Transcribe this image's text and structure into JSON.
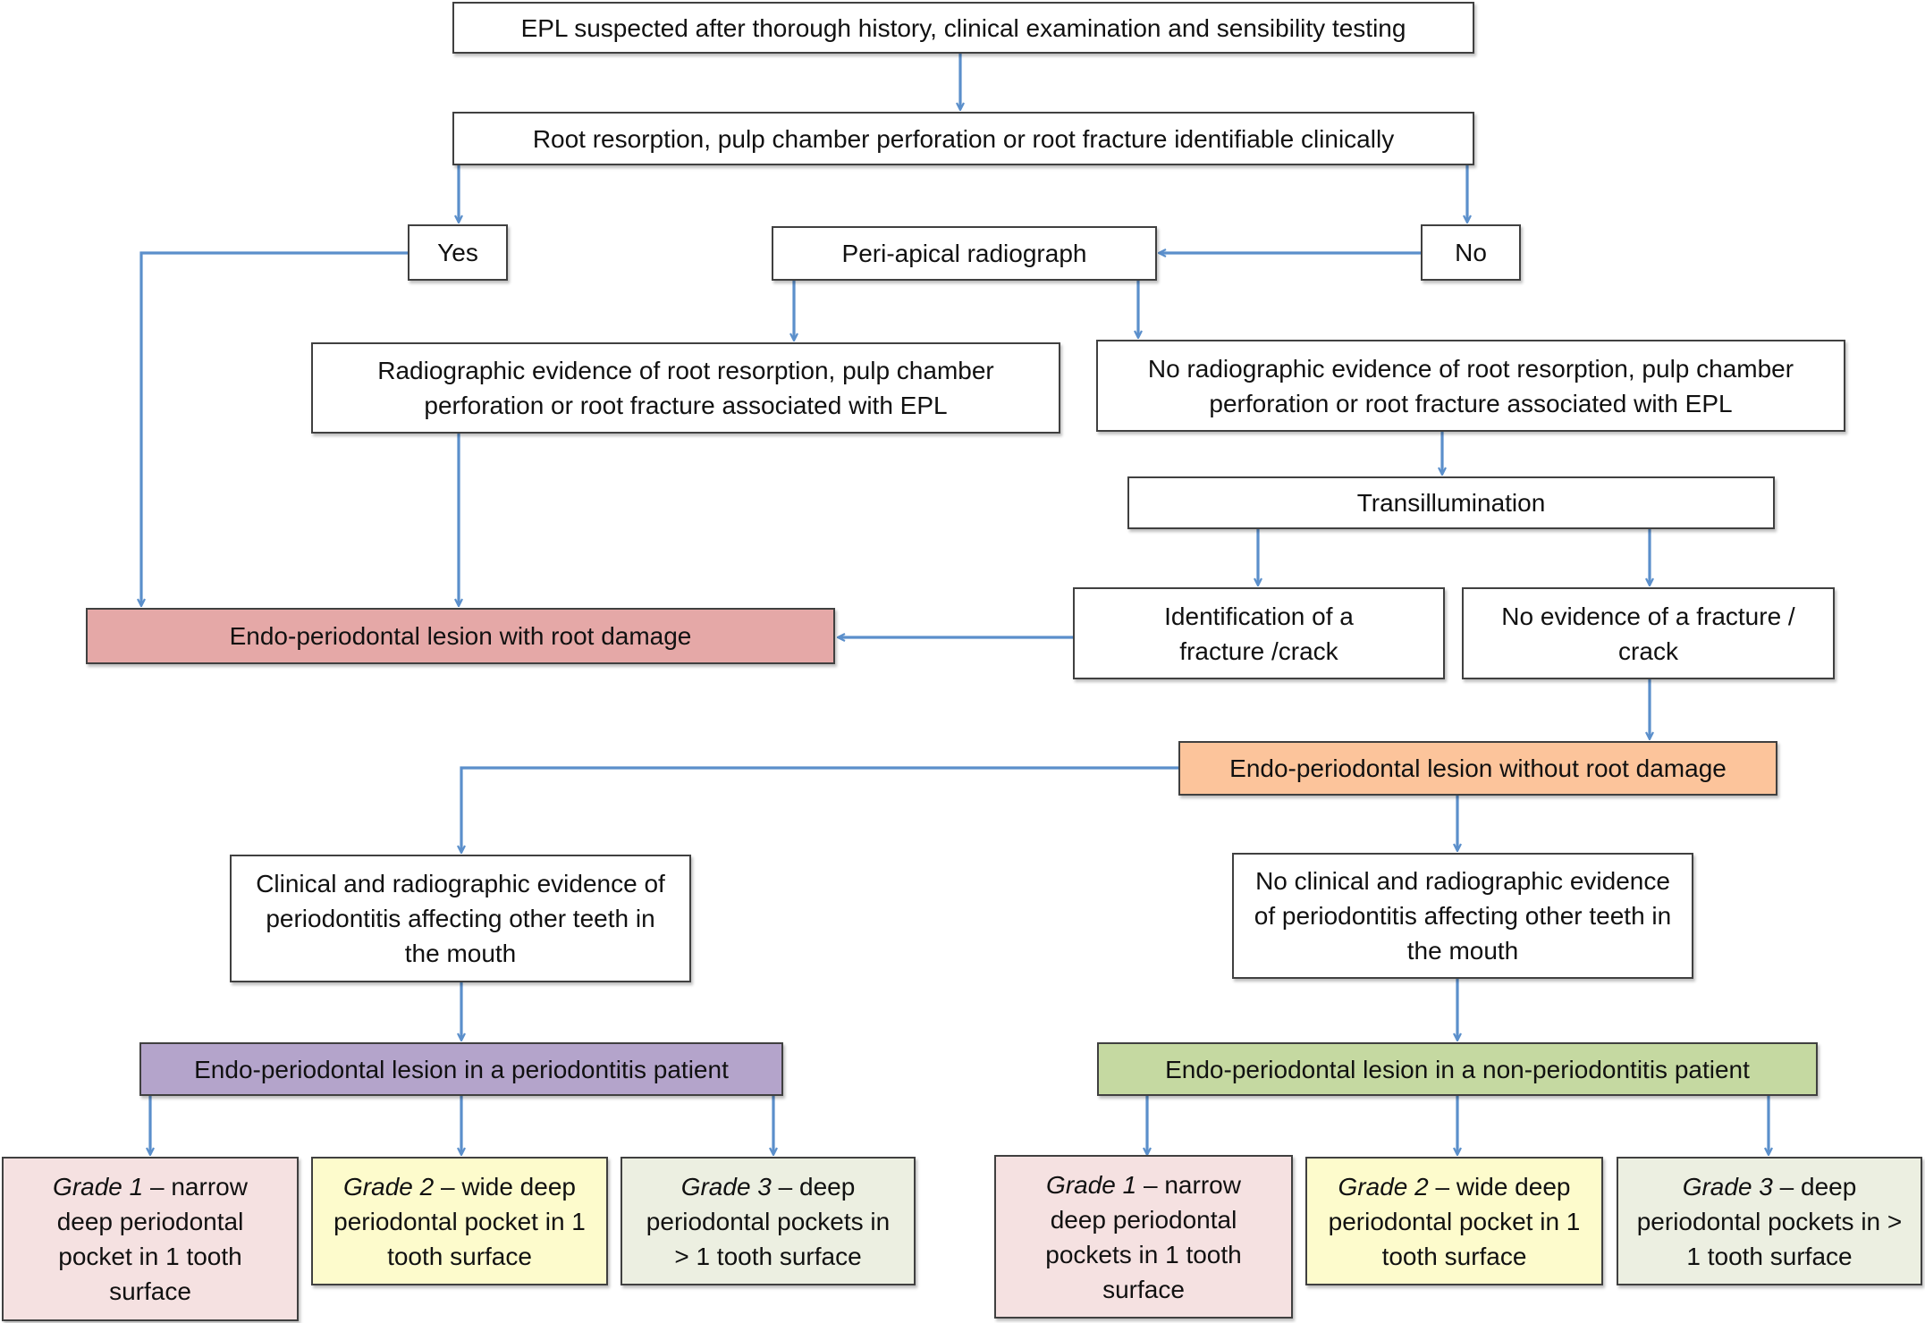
{
  "colors": {
    "arrow": "#5b8fcb",
    "border": "#404040",
    "root_damage": "#e5a8a7",
    "no_root_damage": "#fcc49b",
    "periodontitis": "#b4a4cb",
    "non_periodontitis": "#c5d9a1",
    "grade1": "#f5e1e1",
    "grade2": "#fdfbcc",
    "grade3": "#ecefe1"
  },
  "nodes": {
    "start": "EPL suspected after thorough history, clinical examination and sensibility testing",
    "root_identifiable": "Root resorption, pulp chamber perforation or root fracture identifiable clinically",
    "yes": "Yes",
    "no": "No",
    "radiograph": "Peri-apical radiograph",
    "radio_evidence": "Radiographic evidence of root resorption, pulp chamber perforation or root fracture associated with EPL",
    "no_radio_evidence": "No radiographic evidence of root resorption, pulp chamber perforation or root fracture associated with EPL",
    "transillumination": "Transillumination",
    "fracture_identified": "Identification of a fracture /crack",
    "no_fracture": "No evidence of a fracture / crack",
    "with_root_damage": "Endo-periodontal lesion with root damage",
    "without_root_damage": "Endo-periodontal lesion without root damage",
    "perio_evidence": "Clinical and radiographic evidence of periodontitis affecting other teeth in the mouth",
    "no_perio_evidence": "No clinical and radiographic evidence of periodontitis affecting other teeth in the mouth",
    "perio_patient": "Endo-periodontal lesion in a periodontitis patient",
    "non_perio_patient": "Endo-periodontal lesion in a non-periodontitis patient",
    "left_grade1_label": "Grade 1",
    "left_grade1_text": " – narrow deep periodontal pocket in 1 tooth surface",
    "left_grade2_label": "Grade 2",
    "left_grade2_text": " – wide deep periodontal pocket in 1 tooth surface",
    "left_grade3_label": "Grade 3",
    "left_grade3_text": " – deep periodontal pockets in > 1 tooth surface",
    "right_grade1_label": "Grade 1",
    "right_grade1_text": " – narrow deep periodontal pockets in 1 tooth surface",
    "right_grade2_label": "Grade 2",
    "right_grade2_text": " – wide deep periodontal pocket in 1 tooth surface",
    "right_grade3_label": "Grade 3",
    "right_grade3_text": " – deep periodontal pockets in > 1 tooth surface"
  }
}
